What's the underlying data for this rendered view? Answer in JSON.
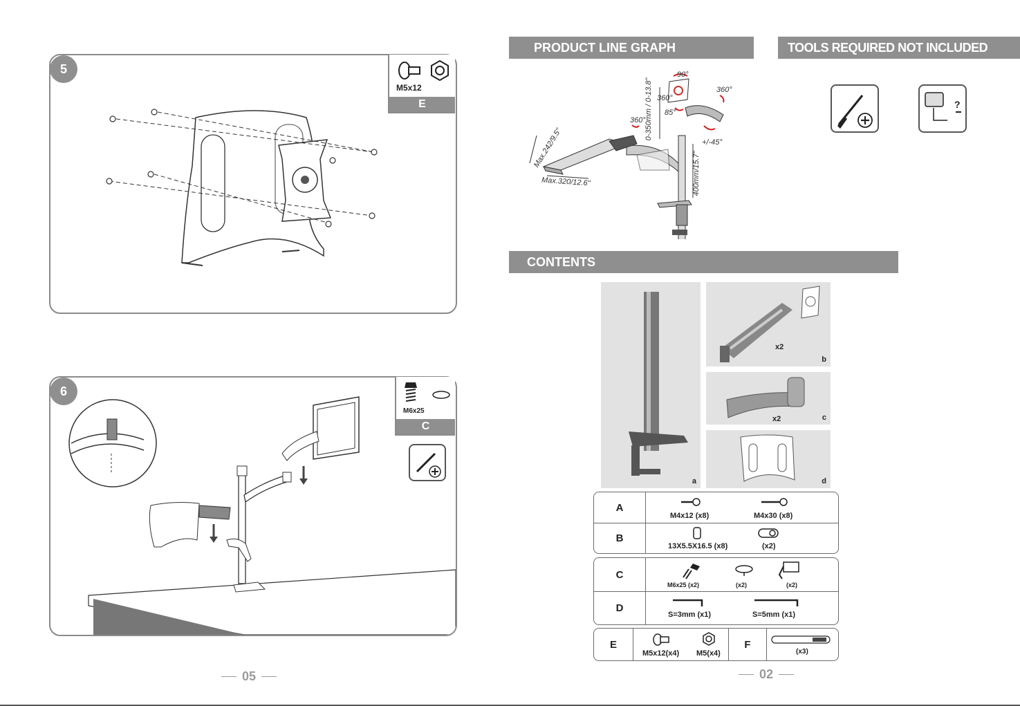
{
  "left_page": {
    "step5": {
      "number": "5",
      "part_size": "M5x12",
      "part_letter": "E"
    },
    "step6": {
      "number": "6",
      "part_size": "M6x25",
      "part_letter": "C"
    },
    "page_number": "05"
  },
  "right_page": {
    "product_line_graph": {
      "title": "PRODUCT LINE GRAPH",
      "dims": {
        "rot90": "90°",
        "rot360_top": "360°",
        "rot360_mid": "360°",
        "rot360_left": "360°",
        "tilt85": "85°",
        "tilt45": "+/-45°",
        "height": "0-350mm / 0-13.8\"",
        "pole": "400mm/15.7\"",
        "max242": "Max.242/9.5\"",
        "max320": "Max.320/12.6\""
      }
    },
    "tools": {
      "title": "TOOLS REQUIRED NOT INCLUDED"
    },
    "contents": {
      "title": "CONTENTS",
      "photos": {
        "a": "a",
        "b": "b",
        "b_qty": "x2",
        "c": "c",
        "c_qty": "x2",
        "d": "d"
      },
      "table": {
        "A": {
          "key": "A",
          "item1": "M4x12 (x8)",
          "item2": "M4x30 (x8)"
        },
        "B": {
          "key": "B",
          "item1": "13X5.5X16.5 (x8)",
          "item2": "(x2)"
        },
        "C": {
          "key": "C",
          "item1": "M6x25 (x2)",
          "item2": "(x2)",
          "item3": "(x2)"
        },
        "D": {
          "key": "D",
          "item1": "S=3mm (x1)",
          "item2": "S=5mm (x1)"
        },
        "E": {
          "key": "E",
          "item1": "M5x12(x4)",
          "item2": "M5(x4)"
        },
        "F": {
          "key": "F",
          "item1": "(x3)"
        }
      }
    },
    "page_number": "02"
  }
}
